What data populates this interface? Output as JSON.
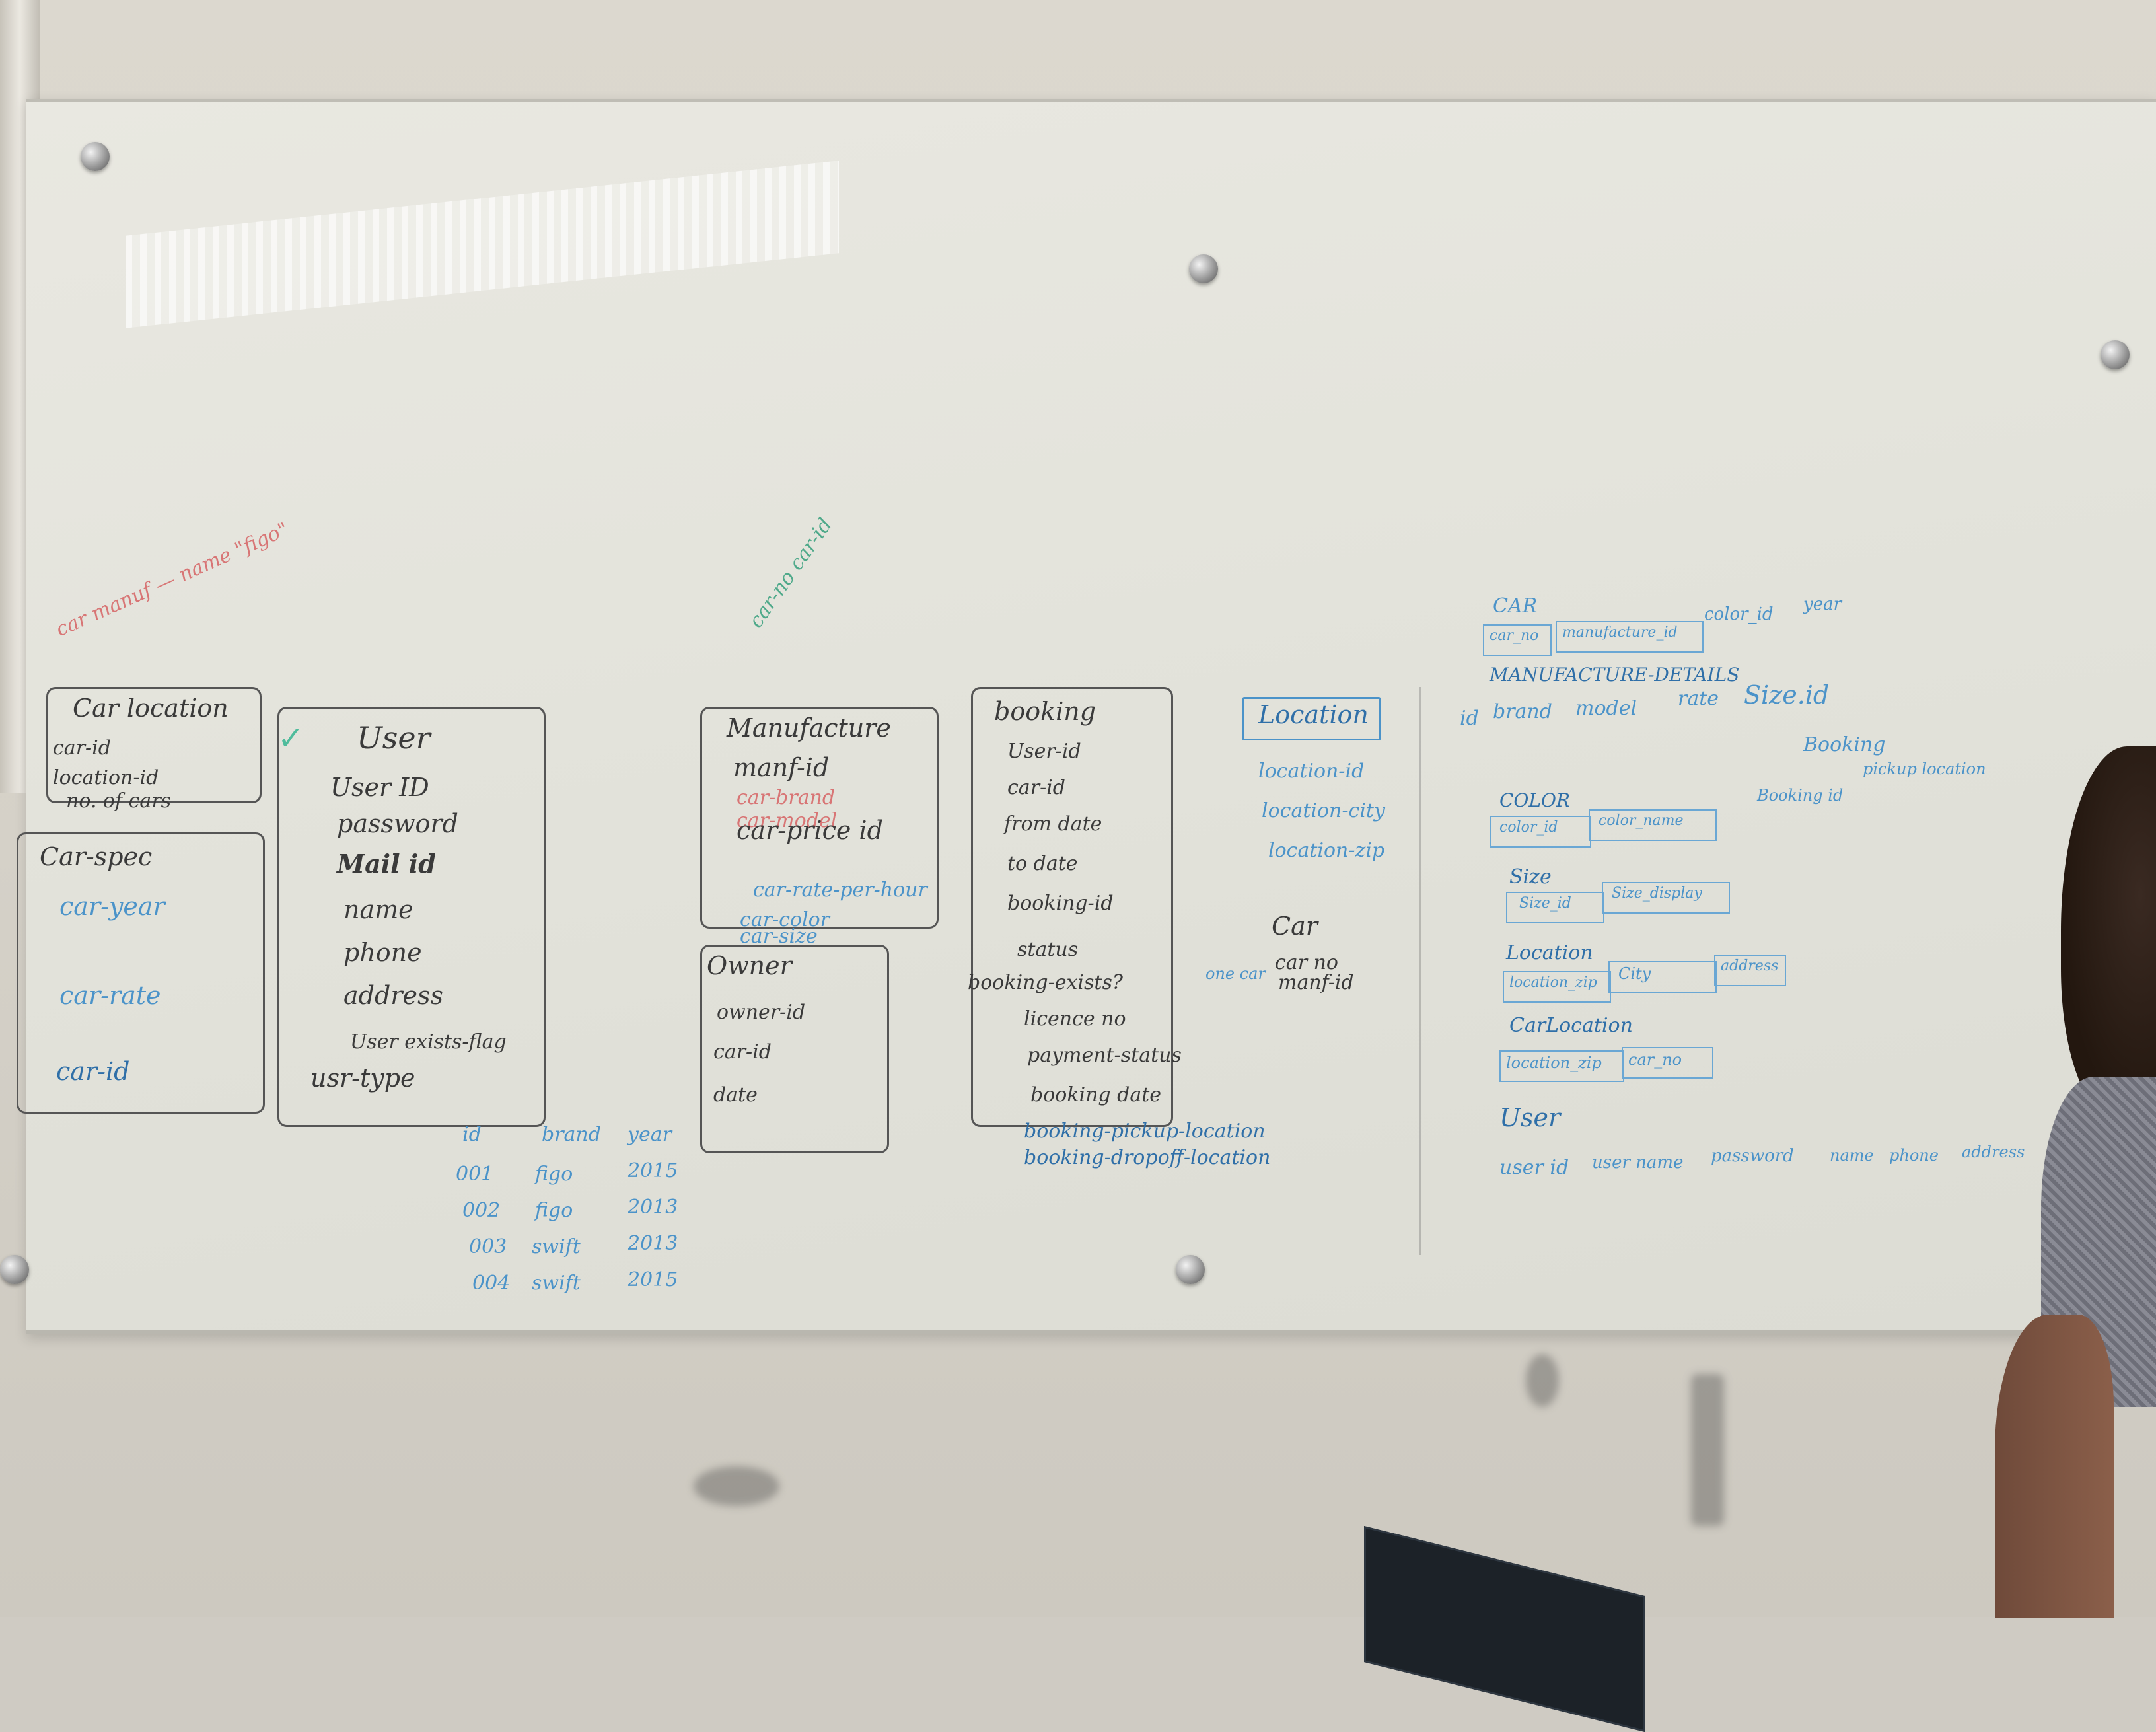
{
  "whiteboard": {
    "car_location": {
      "title": "Car location",
      "fields": [
        "car-id",
        "location-id",
        "no. of cars"
      ]
    },
    "car_spec": {
      "title": "Car-spec",
      "fields": [
        "car-year",
        "car-rate",
        "car-id"
      ]
    },
    "user": {
      "title": "User",
      "fields": [
        "User ID",
        "password",
        "Mail id",
        "name",
        "phone",
        "address",
        "User exists-flag",
        "usr-type"
      ]
    },
    "manufacture": {
      "title": "Manufacture",
      "fields": [
        "manf-id",
        "car-brand",
        "car-model",
        "car-price id",
        "car-rate-per-hour",
        "car-color",
        "car-size"
      ]
    },
    "owner": {
      "title": "Owner",
      "fields": [
        "owner-id",
        "car-id",
        "date"
      ]
    },
    "booking": {
      "title": "booking",
      "fields": [
        "User-id",
        "car-id",
        "from date",
        "to date",
        "booking-id",
        "status",
        "booking-exists?",
        "licence no",
        "payment-status",
        "booking date",
        "booking-pickup-location",
        "booking-dropoff-location"
      ]
    },
    "location": {
      "title": "Location",
      "fields": [
        "location-id",
        "location-city",
        "location-zip"
      ]
    },
    "car": {
      "title": "Car",
      "fields": [
        "car no",
        "manf-id"
      ]
    },
    "sample_table": {
      "headers": [
        "id",
        "brand",
        "year"
      ],
      "rows": [
        [
          "001",
          "figo",
          "2015"
        ],
        [
          "002",
          "figo",
          "2013"
        ],
        [
          "003",
          "swift",
          "2013"
        ],
        [
          "004",
          "swift",
          "2015"
        ]
      ]
    },
    "schema": {
      "car": {
        "title": "CAR",
        "cols": [
          "car_no",
          "manufacture_id",
          "color_id",
          "year"
        ]
      },
      "manufacture_details": {
        "title": "MANUFACTURE-DETAILS",
        "cols": [
          "id",
          "brand",
          "model",
          "rate",
          "Size.id"
        ]
      },
      "booking": {
        "title": "Booking",
        "cols": [
          "Booking id",
          "pickup location"
        ]
      },
      "color": {
        "title": "COLOR",
        "cols": [
          "color_id",
          "color_name"
        ]
      },
      "size": {
        "title": "Size",
        "cols": [
          "Size_id",
          "Size_display"
        ]
      },
      "location": {
        "title": "Location",
        "cols": [
          "location_zip",
          "City",
          "address"
        ]
      },
      "carlocation": {
        "title": "CarLocation",
        "cols": [
          "location_zip",
          "car_no"
        ]
      },
      "user": {
        "title": "User",
        "cols": [
          "user id",
          "user name",
          "password",
          "name",
          "phone",
          "address"
        ]
      }
    },
    "notes": {
      "top_red": "car manuf — name \"figo\"",
      "green_arrow": "car-no car-id",
      "side_note": "one car"
    }
  },
  "colors": {
    "marker_black": "#3a3a3a",
    "marker_blue": "#4b93c9",
    "marker_green": "#4fa98a",
    "marker_red": "#d87575"
  }
}
